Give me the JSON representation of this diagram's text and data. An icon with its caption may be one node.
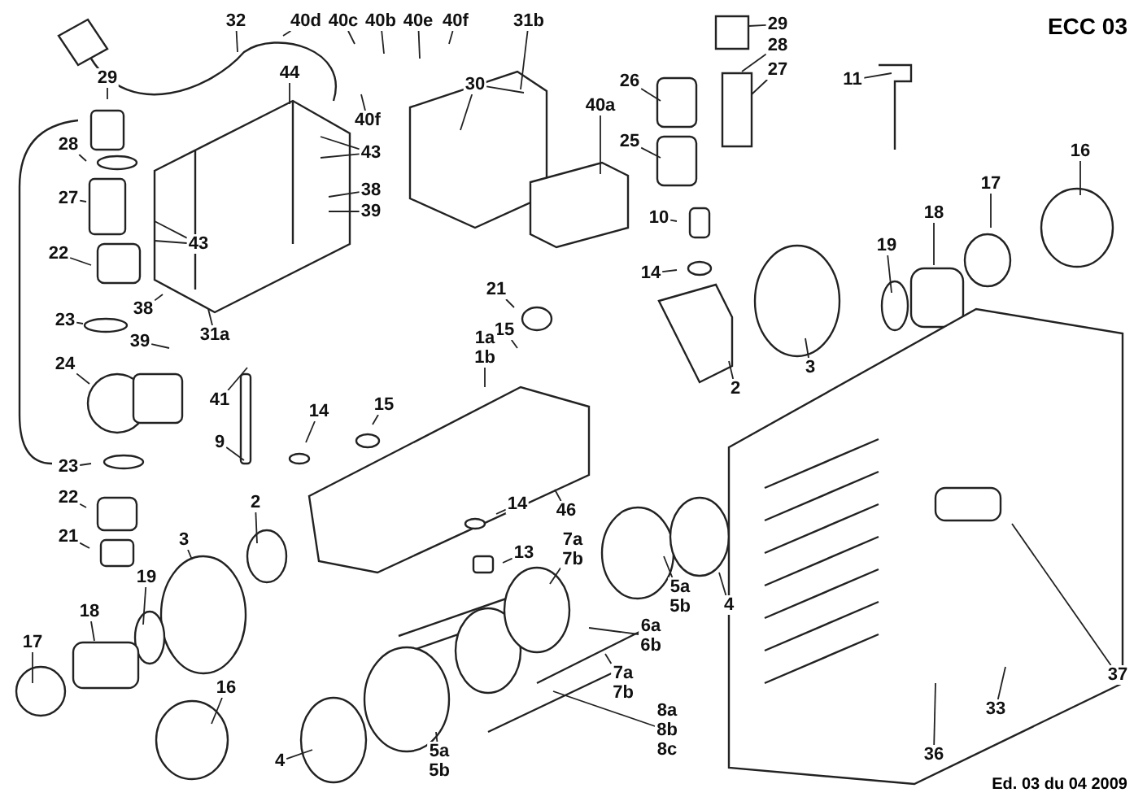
{
  "diagram": {
    "title": "ECC 03",
    "caption": "Ed. 03 du 04 2009",
    "nodes": [
      {
        "text": [
          "32"
        ]
      },
      {
        "text": [
          "40d"
        ]
      },
      {
        "text": [
          "40c"
        ]
      },
      {
        "text": [
          "40b"
        ]
      },
      {
        "text": [
          "40e"
        ]
      },
      {
        "text": [
          "40f"
        ]
      },
      {
        "text": [
          "31b"
        ]
      },
      {
        "text": [
          "29"
        ]
      },
      {
        "text": [
          "28"
        ]
      },
      {
        "text": [
          "27"
        ]
      },
      {
        "text": [
          "11"
        ]
      },
      {
        "text": [
          "26"
        ]
      },
      {
        "text": [
          "44"
        ]
      },
      {
        "text": [
          "30"
        ]
      },
      {
        "text": [
          "40a"
        ]
      },
      {
        "text": [
          "29"
        ]
      },
      {
        "text": [
          "40f"
        ]
      },
      {
        "text": [
          "25"
        ]
      },
      {
        "text": [
          "28"
        ]
      },
      {
        "text": [
          "43"
        ]
      },
      {
        "text": [
          "16"
        ]
      },
      {
        "text": [
          "17"
        ]
      },
      {
        "text": [
          "38"
        ]
      },
      {
        "text": [
          "27"
        ]
      },
      {
        "text": [
          "39"
        ]
      },
      {
        "text": [
          "18"
        ]
      },
      {
        "text": [
          "10"
        ]
      },
      {
        "text": [
          "43"
        ]
      },
      {
        "text": [
          "19"
        ]
      },
      {
        "text": [
          "14"
        ]
      },
      {
        "text": [
          "22"
        ]
      },
      {
        "text": [
          "21"
        ]
      },
      {
        "text": [
          "38"
        ]
      },
      {
        "text": [
          "23"
        ]
      },
      {
        "text": [
          "39"
        ]
      },
      {
        "text": [
          "31a"
        ]
      },
      {
        "text": [
          "15"
        ]
      },
      {
        "text": [
          "1a",
          "1b"
        ]
      },
      {
        "text": [
          "24"
        ]
      },
      {
        "text": [
          "3"
        ]
      },
      {
        "text": [
          "2"
        ]
      },
      {
        "text": [
          "41"
        ]
      },
      {
        "text": [
          "15"
        ]
      },
      {
        "text": [
          "14"
        ]
      },
      {
        "text": [
          "9"
        ]
      },
      {
        "text": [
          "23"
        ]
      },
      {
        "text": [
          "22"
        ]
      },
      {
        "text": [
          "2"
        ]
      },
      {
        "text": [
          "46"
        ]
      },
      {
        "text": [
          "14"
        ]
      },
      {
        "text": [
          "21"
        ]
      },
      {
        "text": [
          "3"
        ]
      },
      {
        "text": [
          "13"
        ]
      },
      {
        "text": [
          "7a",
          "7b"
        ]
      },
      {
        "text": [
          "19"
        ]
      },
      {
        "text": [
          "5a",
          "5b"
        ]
      },
      {
        "text": [
          "4"
        ]
      },
      {
        "text": [
          "18"
        ]
      },
      {
        "text": [
          "6a",
          "6b"
        ]
      },
      {
        "text": [
          "17"
        ]
      },
      {
        "text": [
          "37"
        ]
      },
      {
        "text": [
          "7a",
          "7b"
        ]
      },
      {
        "text": [
          "16"
        ]
      },
      {
        "text": [
          "33"
        ]
      },
      {
        "text": [
          "8a",
          "8b",
          "8c"
        ]
      },
      {
        "text": [
          "36"
        ]
      },
      {
        "text": [
          "4"
        ]
      },
      {
        "text": [
          "5a",
          "5b"
        ]
      }
    ],
    "edges": [
      {
        "from": 0,
        "to": null,
        "arrow": "none"
      },
      {
        "from": 1,
        "to": null,
        "arrow": "none"
      },
      {
        "from": 2,
        "to": null,
        "arrow": "none"
      },
      {
        "from": 3,
        "to": null,
        "arrow": "none"
      },
      {
        "from": 4,
        "to": null,
        "arrow": "none"
      },
      {
        "from": 5,
        "to": null,
        "arrow": "none"
      },
      {
        "from": 6,
        "to": null,
        "arrow": "none"
      },
      {
        "from": 7,
        "to": null,
        "arrow": "none"
      },
      {
        "from": 8,
        "to": null,
        "arrow": "none"
      },
      {
        "from": 9,
        "to": null,
        "arrow": "none"
      },
      {
        "from": 10,
        "to": null,
        "arrow": "none"
      },
      {
        "from": 11,
        "to": null,
        "arrow": "none"
      },
      {
        "from": 12,
        "to": null,
        "arrow": "none"
      },
      {
        "from": 13,
        "to": null,
        "arrow": "none"
      },
      {
        "from": 13,
        "to": null,
        "arrow": "none"
      },
      {
        "from": 14,
        "to": null,
        "arrow": "none"
      },
      {
        "from": 15,
        "to": null,
        "arrow": "none"
      },
      {
        "from": 16,
        "to": null,
        "arrow": "none"
      },
      {
        "from": 17,
        "to": null,
        "arrow": "none"
      },
      {
        "from": 18,
        "to": null,
        "arrow": "none"
      },
      {
        "from": 19,
        "to": null,
        "arrow": "none"
      },
      {
        "from": 19,
        "to": null,
        "arrow": "none"
      },
      {
        "from": 20,
        "to": null,
        "arrow": "none"
      },
      {
        "from": 21,
        "to": null,
        "arrow": "none"
      },
      {
        "from": 22,
        "to": null,
        "arrow": "none"
      },
      {
        "from": 23,
        "to": null,
        "arrow": "none"
      },
      {
        "from": 24,
        "to": null,
        "arrow": "none"
      },
      {
        "from": 25,
        "to": null,
        "arrow": "none"
      },
      {
        "from": 26,
        "to": null,
        "arrow": "none"
      },
      {
        "from": 27,
        "to": null,
        "arrow": "none"
      },
      {
        "from": 27,
        "to": null,
        "arrow": "none"
      },
      {
        "from": 28,
        "to": null,
        "arrow": "none"
      },
      {
        "from": 29,
        "to": null,
        "arrow": "none"
      },
      {
        "from": 30,
        "to": null,
        "arrow": "none"
      },
      {
        "from": 31,
        "to": null,
        "arrow": "none"
      },
      {
        "from": 32,
        "to": null,
        "arrow": "none"
      },
      {
        "from": 33,
        "to": null,
        "arrow": "none"
      },
      {
        "from": 34,
        "to": null,
        "arrow": "none"
      },
      {
        "from": 35,
        "to": null,
        "arrow": "none"
      },
      {
        "from": 36,
        "to": null,
        "arrow": "none"
      },
      {
        "from": 37,
        "to": null,
        "arrow": "none"
      },
      {
        "from": 38,
        "to": null,
        "arrow": "none"
      },
      {
        "from": 39,
        "to": null,
        "arrow": "none"
      },
      {
        "from": 40,
        "to": null,
        "arrow": "none"
      },
      {
        "from": 41,
        "to": null,
        "arrow": "none"
      },
      {
        "from": 42,
        "to": null,
        "arrow": "none"
      },
      {
        "from": 43,
        "to": null,
        "arrow": "none"
      },
      {
        "from": 44,
        "to": null,
        "arrow": "none"
      },
      {
        "from": 45,
        "to": null,
        "arrow": "none"
      },
      {
        "from": 46,
        "to": null,
        "arrow": "none"
      },
      {
        "from": 47,
        "to": null,
        "arrow": "none"
      },
      {
        "from": 48,
        "to": null,
        "arrow": "none"
      },
      {
        "from": 49,
        "to": null,
        "arrow": "none"
      },
      {
        "from": 50,
        "to": null,
        "arrow": "none"
      },
      {
        "from": 51,
        "to": null,
        "arrow": "none"
      },
      {
        "from": 52,
        "to": null,
        "arrow": "none"
      },
      {
        "from": 53,
        "to": null,
        "arrow": "none"
      },
      {
        "from": 54,
        "to": null,
        "arrow": "none"
      },
      {
        "from": 55,
        "to": null,
        "arrow": "none"
      },
      {
        "from": 56,
        "to": null,
        "arrow": "none"
      },
      {
        "from": 57,
        "to": null,
        "arrow": "none"
      },
      {
        "from": 58,
        "to": null,
        "arrow": "none"
      },
      {
        "from": 59,
        "to": null,
        "arrow": "none"
      },
      {
        "from": 60,
        "to": null,
        "arrow": "none"
      },
      {
        "from": 61,
        "to": null,
        "arrow": "none"
      },
      {
        "from": 62,
        "to": null,
        "arrow": "none"
      },
      {
        "from": 63,
        "to": null,
        "arrow": "none"
      },
      {
        "from": 64,
        "to": null,
        "arrow": "none"
      },
      {
        "from": 65,
        "to": null,
        "arrow": "none"
      },
      {
        "from": 66,
        "to": null,
        "arrow": "none"
      },
      {
        "from": 67,
        "to": null,
        "arrow": "none"
      }
    ]
  }
}
